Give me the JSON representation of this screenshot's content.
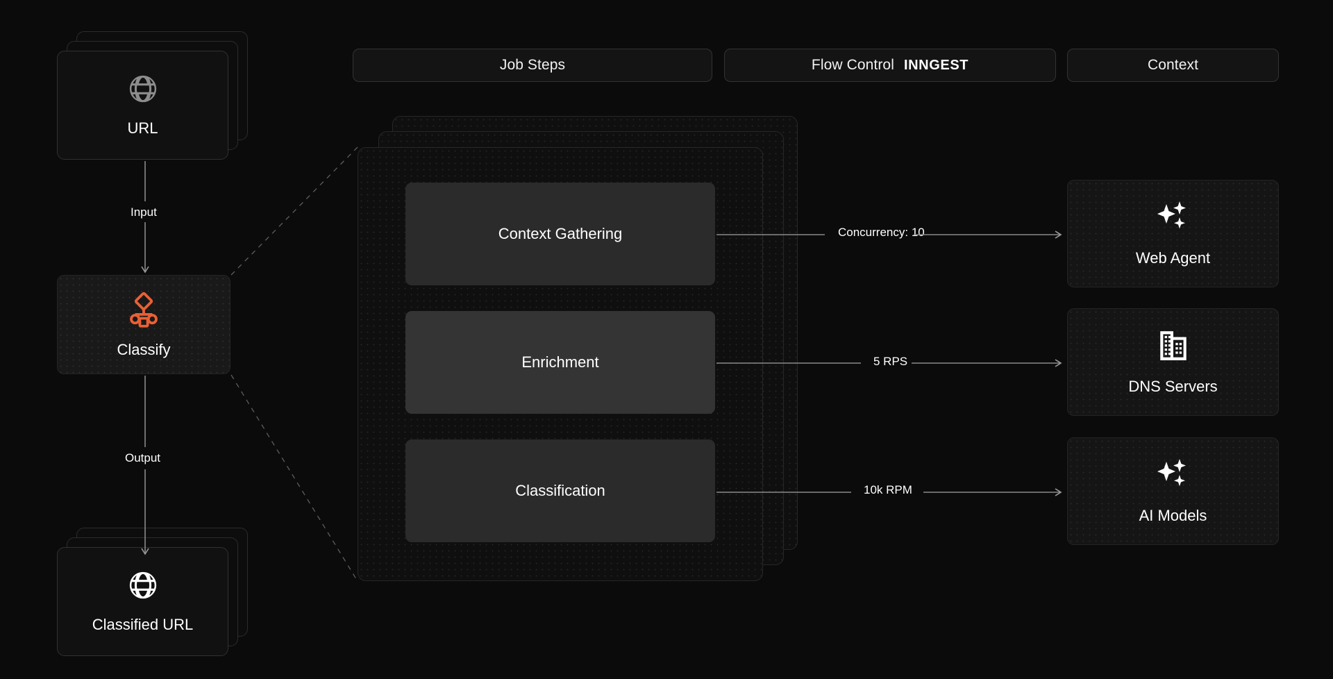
{
  "theme": {
    "background": "#0b0b0b",
    "card_bg": "#111111",
    "card_border": "#2e2e2e",
    "accent_orange": "#EA6034",
    "text_primary": "#ffffff",
    "text_muted": "#d8d8d8",
    "step_bg": "#2b2b2b",
    "step_highlight_bg": "#343434",
    "edge_stroke": "#8a8a8a"
  },
  "header": {
    "chips": [
      {
        "label": "Job Steps",
        "wordmark": ""
      },
      {
        "label": "Flow Control",
        "wordmark": "INNGEST"
      },
      {
        "label": "Context",
        "wordmark": ""
      }
    ]
  },
  "left_flow": {
    "input_node": {
      "label": "URL",
      "icon": "globe-icon"
    },
    "input_edge_label": "Input",
    "process_node": {
      "label": "Classify",
      "icon": "workflow-classify-icon"
    },
    "output_edge_label": "Output",
    "output_node": {
      "label": "Classified URL",
      "icon": "globe-icon"
    }
  },
  "job_steps": {
    "steps": [
      {
        "label": "Context Gathering",
        "highlighted": false
      },
      {
        "label": "Enrichment",
        "highlighted": true
      },
      {
        "label": "Classification",
        "highlighted": false
      }
    ]
  },
  "flow_control": {
    "edges": [
      {
        "label": "Concurrency: 10"
      },
      {
        "label": "5 RPS"
      },
      {
        "label": "10k RPM"
      }
    ]
  },
  "context": {
    "items": [
      {
        "label": "Web Agent",
        "icon": "sparkles-icon"
      },
      {
        "label": "DNS Servers",
        "icon": "building-icon"
      },
      {
        "label": "AI Models",
        "icon": "sparkles-icon"
      }
    ]
  }
}
